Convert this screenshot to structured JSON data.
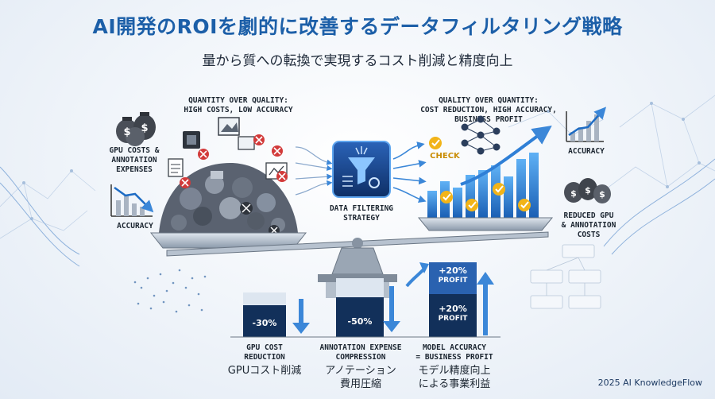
{
  "header": {
    "title": "AI開発のROIを劇的に改善するデータフィルタリング戦略",
    "subtitle": "量から質への転換で実現するコスト削減と精度向上"
  },
  "left_side": {
    "heading": [
      "QUANTITY OVER QUALITY:",
      "HIGH COSTS, LOW ACCURACY"
    ],
    "gpu_label": [
      "GPU COSTS &",
      "ANNOTATION",
      "EXPENSES"
    ],
    "accuracy_label": "ACCURACY"
  },
  "center": {
    "filter_label": [
      "DATA FILTERING",
      "STRATEGY"
    ]
  },
  "right_side": {
    "heading": [
      "QUALITY OVER QUANTITY:",
      "COST REDUCTION, HIGH ACCURACY,",
      "BUSINESS PROFIT"
    ],
    "check_label": "CHECK",
    "accuracy_label": "ACCURACY",
    "reduced_label": [
      "REDUCED GPU",
      "& ANNOTATION",
      "COSTS"
    ]
  },
  "bottom_bars": [
    {
      "value": "-30%",
      "caption": [
        "GPU COST",
        "REDUCTION"
      ],
      "jp": [
        "GPUコスト削減"
      ]
    },
    {
      "value": "-50%",
      "caption": [
        "ANNOTATION EXPENSE",
        "COMPRESSION"
      ],
      "jp": [
        "アノテーション",
        "費用圧縮"
      ]
    },
    {
      "top_value": [
        "+20%",
        "PROFIT"
      ],
      "value": [
        "+20%",
        "PROFIT"
      ],
      "caption": [
        "MODEL ACCURACY",
        "= BUSINESS PROFIT"
      ],
      "jp": [
        "モデル精度向上",
        "による事業利益"
      ]
    }
  ],
  "footer": "2025 AI KnowledgeFlow",
  "colors": {
    "title": "#1c5fa8",
    "accent": "#2f7fd6",
    "dark_bar": "#12305a",
    "check": "#f2b418",
    "cross": "#d23a3a"
  }
}
